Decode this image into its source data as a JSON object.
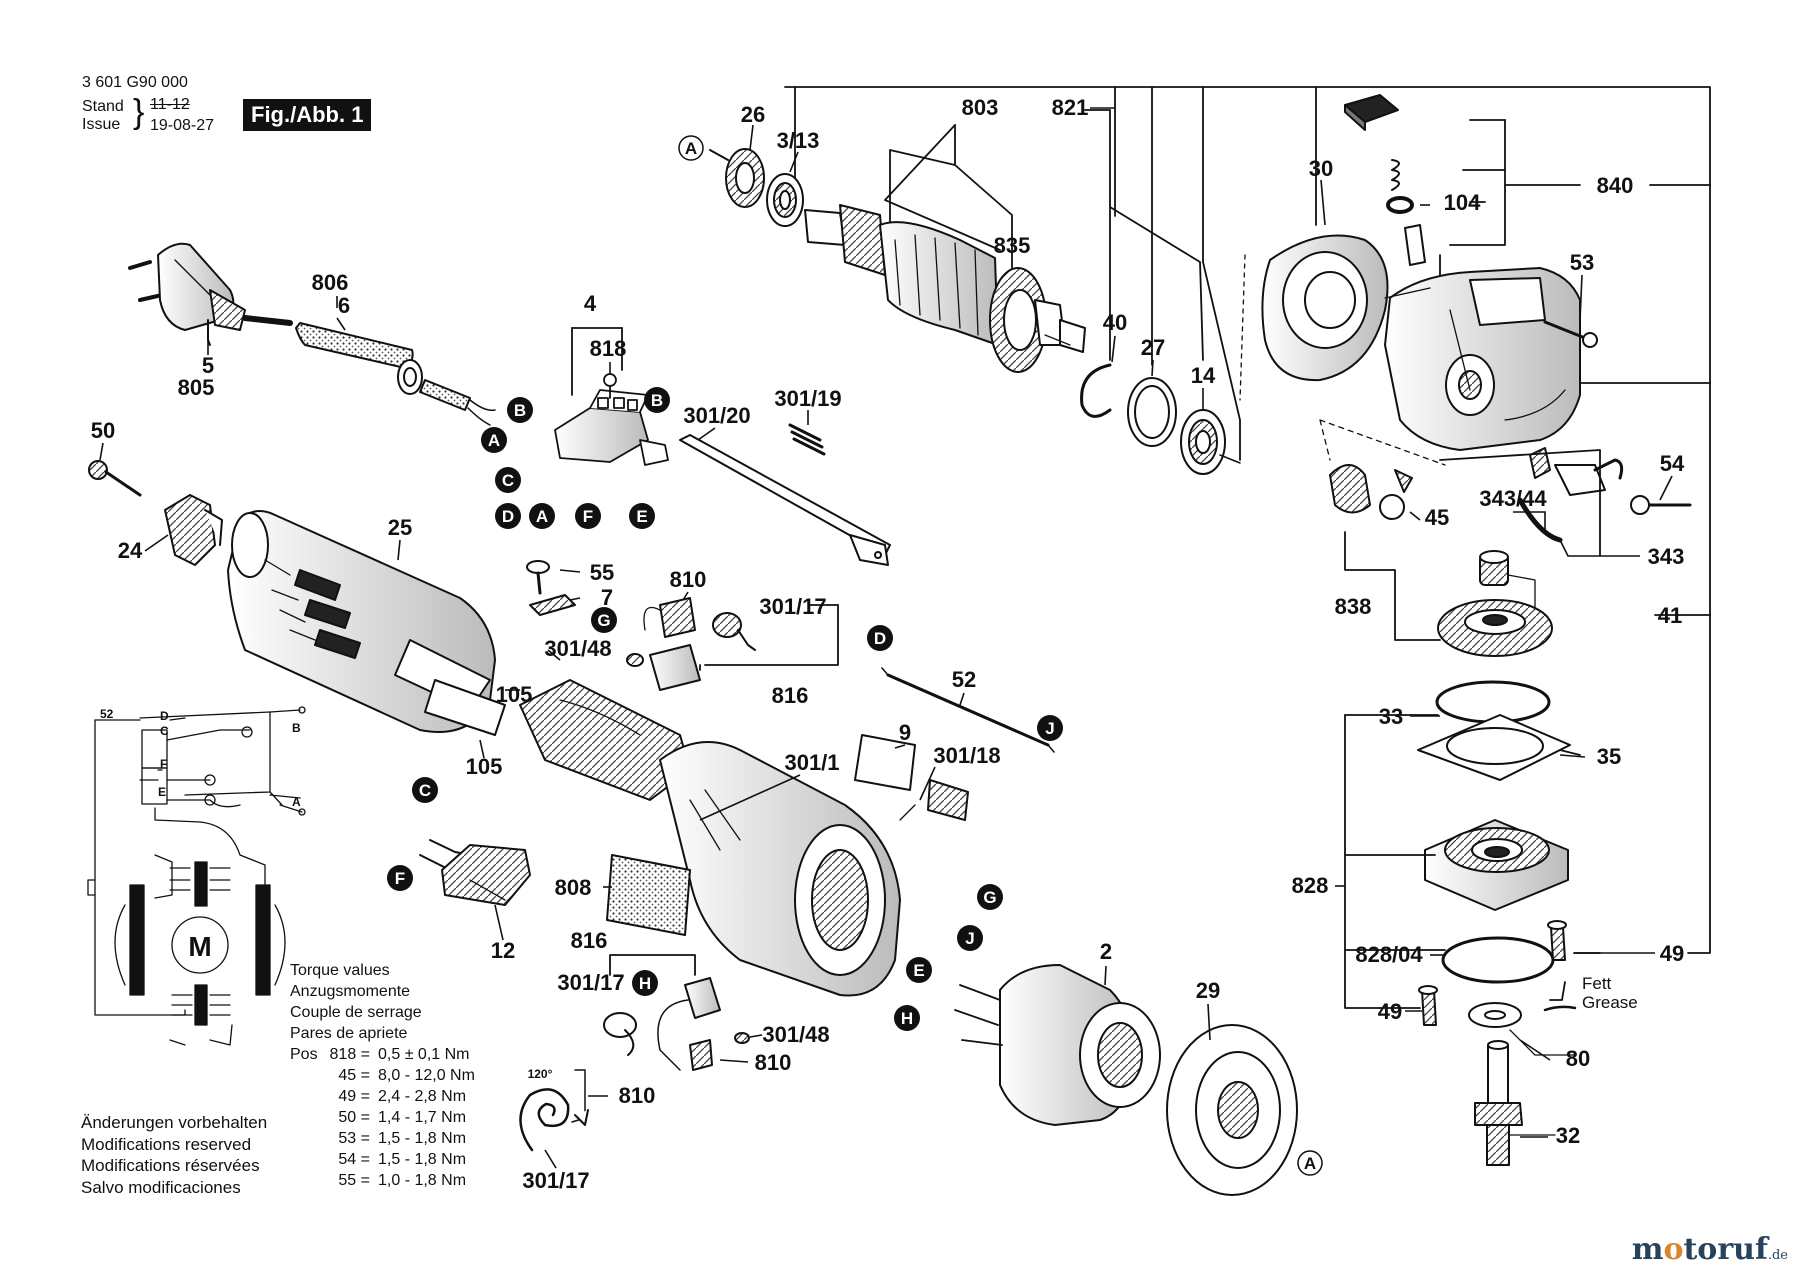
{
  "header": {
    "part_number": "3 601 G90 000",
    "stand_label": "Stand",
    "issue_label": "Issue",
    "date_struck": "11-12",
    "date_current": "19-08-27",
    "figure_label": "Fig./Abb. 1"
  },
  "parts": {
    "p26": "26",
    "p3_13": "3/13",
    "p803": "803",
    "p821": "821",
    "p30": "30",
    "p840": "840",
    "p104": "104",
    "p806": "806",
    "p6": "6",
    "p5": "5",
    "p805": "805",
    "p4": "4",
    "p818": "818",
    "p835": "835",
    "p53": "53",
    "p40": "40",
    "p27": "27",
    "p14": "14",
    "p301_20": "301/20",
    "p301_19": "301/19",
    "p50": "50",
    "p24": "24",
    "p25": "25",
    "p54": "54",
    "p343_44": "343/44",
    "p45": "45",
    "p343": "343",
    "p838": "838",
    "p41": "41",
    "p55": "55",
    "p7": "7",
    "p810a": "810",
    "p301_17a": "301/17",
    "p301_48a": "301/48",
    "p816a": "816",
    "p52": "52",
    "p105a": "105",
    "p105b": "105",
    "p9": "9",
    "p301_18": "301/18",
    "p301_1": "301/1",
    "p33": "33",
    "p35": "35",
    "p828": "828",
    "p828_04": "828/04",
    "p49a": "49",
    "p49b": "49",
    "p808": "808",
    "p12": "12",
    "p816b": "816",
    "p301_17b": "301/17",
    "p301_48b": "301/48",
    "p810b": "810",
    "p810c": "810",
    "p301_17c": "301/17",
    "p2": "2",
    "p29": "29",
    "p80": "80",
    "p32": "32",
    "fett": "Fett",
    "grease": "Grease",
    "angle": "120°"
  },
  "refs": [
    "A",
    "B",
    "C",
    "D",
    "E",
    "F",
    "G",
    "H",
    "J"
  ],
  "schematic": {
    "p52": "52",
    "D": "D",
    "C": "C",
    "B": "B",
    "F": "F",
    "E": "E",
    "A": "A",
    "motor": "M"
  },
  "torque": {
    "lines": [
      "Torque values",
      "Anzugsmomente",
      "Couple de serrage",
      "Pares de apriete"
    ],
    "pos_label": "Pos",
    "rows": [
      {
        "pos": "818 =",
        "val": "0,5 ± 0,1 Nm"
      },
      {
        "pos": "45 =",
        "val": "8,0 - 12,0 Nm"
      },
      {
        "pos": "49 =",
        "val": "2,4 - 2,8 Nm"
      },
      {
        "pos": "50 =",
        "val": "1,4 - 1,7 Nm"
      },
      {
        "pos": "53 =",
        "val": "1,5 - 1,8 Nm"
      },
      {
        "pos": "54 =",
        "val": "1,5 - 1,8 Nm"
      },
      {
        "pos": "55 =",
        "val": "1,0 - 1,8 Nm"
      }
    ]
  },
  "notes": {
    "l1": "Änderungen vorbehalten",
    "l2": "Modifications reserved",
    "l3": "Modifications réservées",
    "l4": "Salvo modificaciones"
  },
  "watermark": {
    "a": "m",
    "b": "o",
    "c": "toruf",
    "d": ".de"
  }
}
